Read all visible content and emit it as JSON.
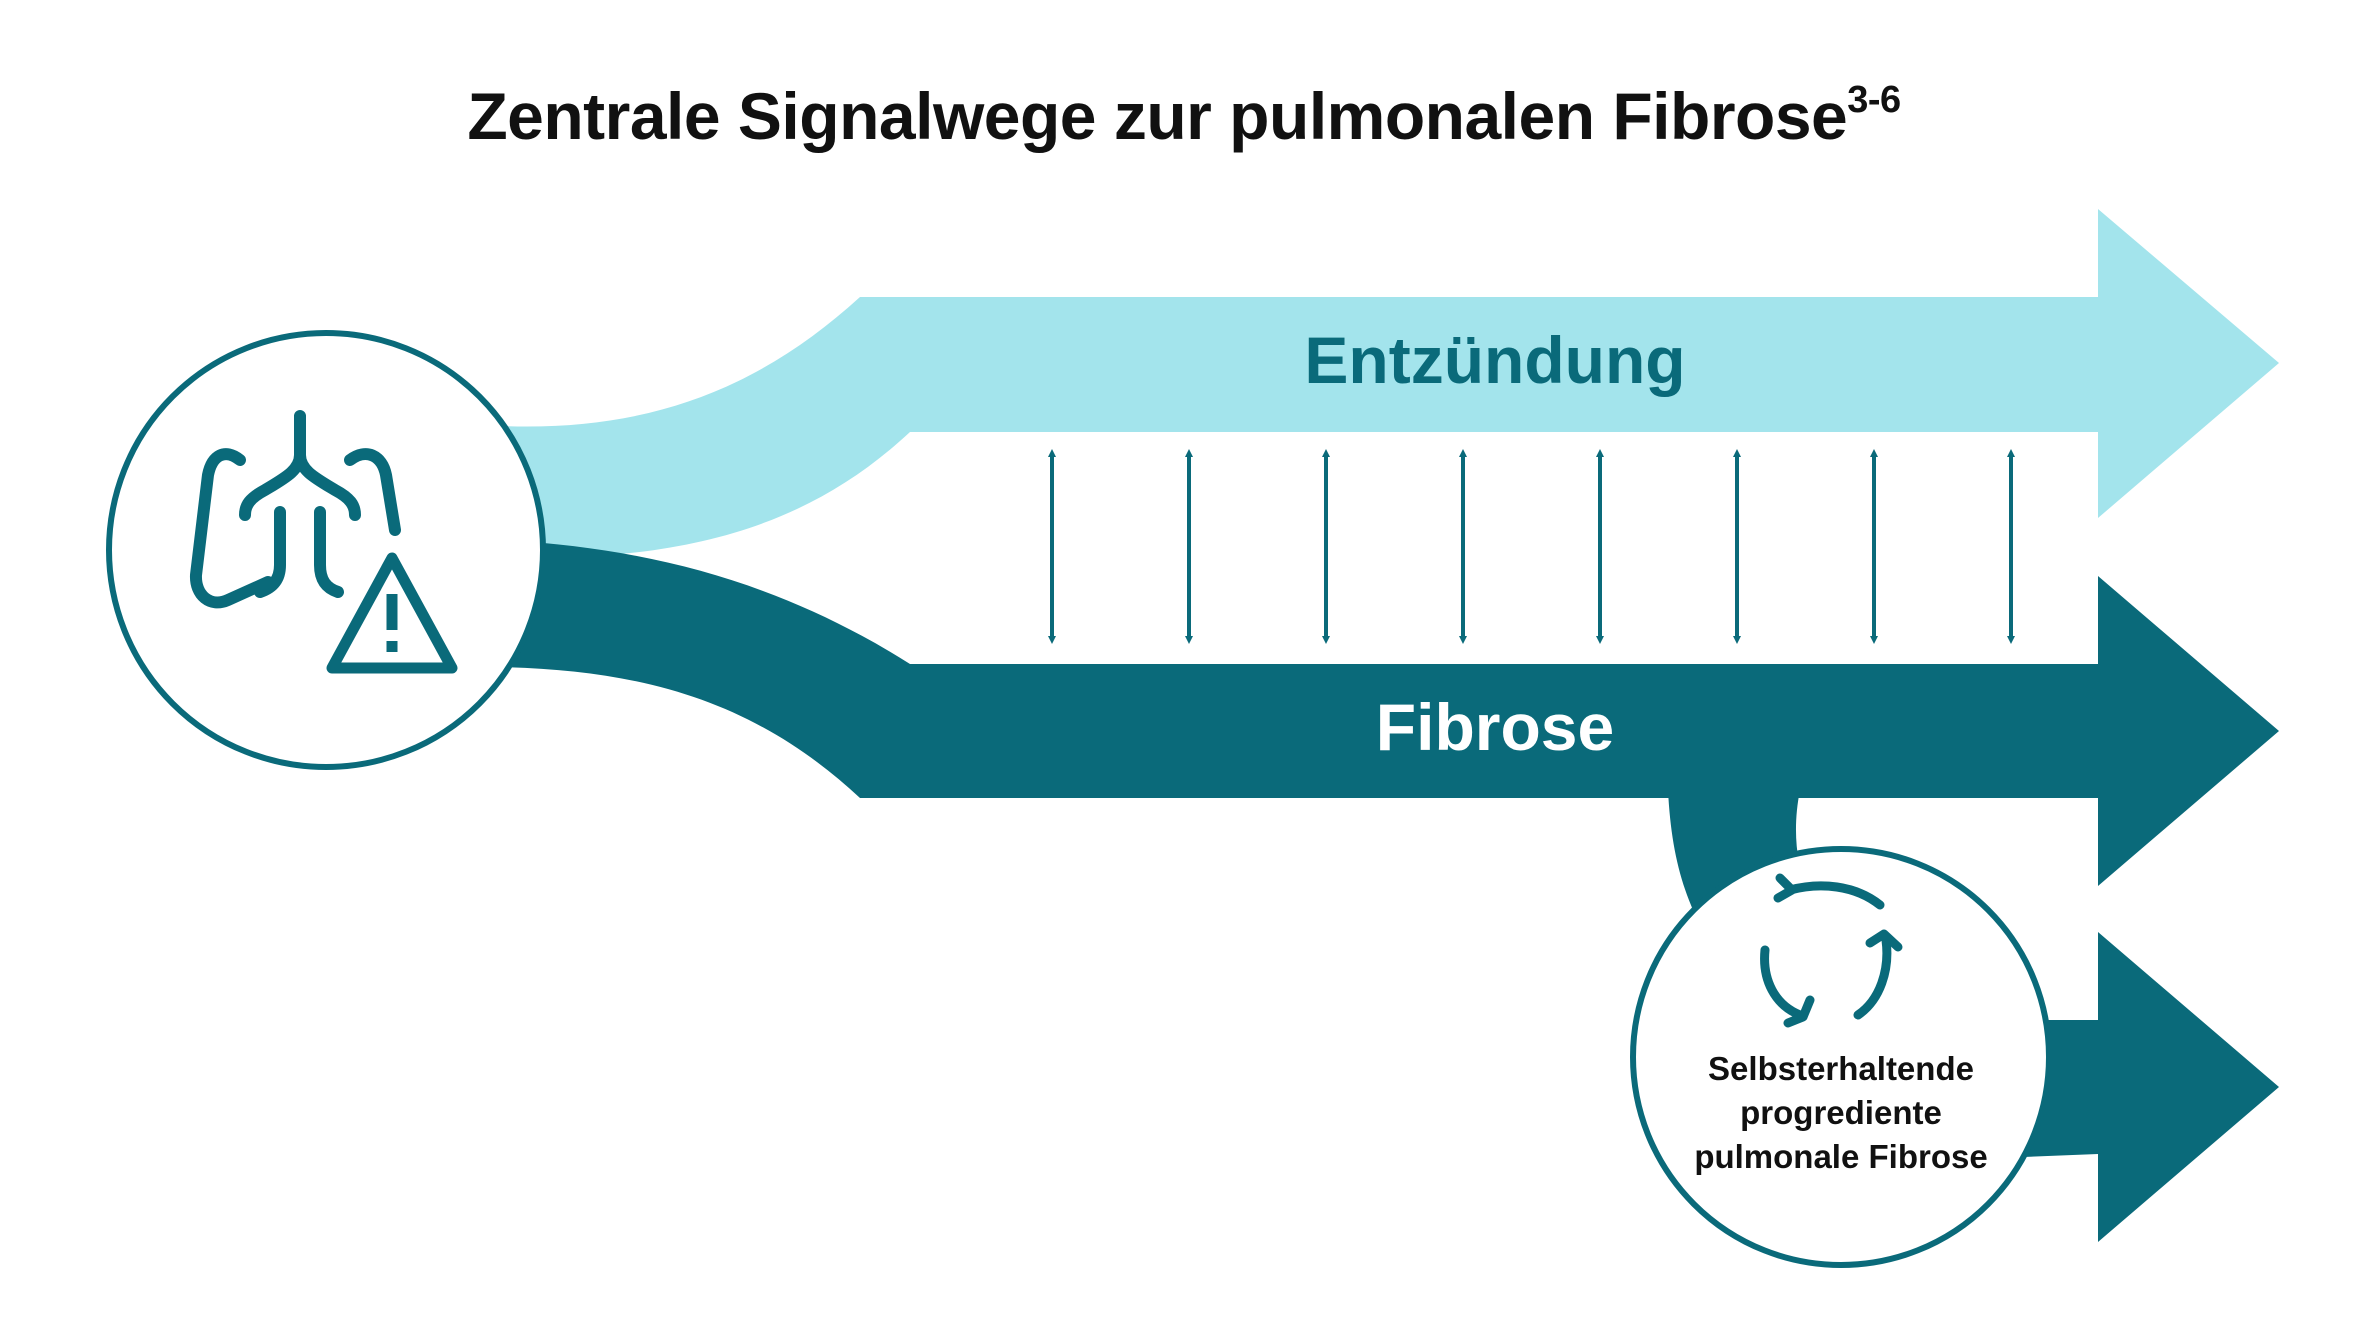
{
  "title": {
    "text": "Zentrale Signalwege zur pulmonalen Fibrose",
    "superscript": "3-6"
  },
  "pathways": {
    "inflammation": {
      "label": "Entzündung"
    },
    "fibrosis": {
      "label": "Fibrose"
    },
    "self_sustaining": {
      "label_lines": [
        "Selbsterhaltende",
        "progrediente",
        "pulmonale Fibrose"
      ]
    }
  },
  "icons": {
    "start": [
      "lungs-icon",
      "warning-triangle-icon"
    ],
    "loop": "cycle-arrows-icon"
  },
  "colors": {
    "inflammation": "#a3e4ec",
    "fibrosis": "#0a6a7a",
    "outline": "#0a6a7a",
    "text_dark": "#111111",
    "text_light": "#ffffff"
  },
  "interaction_arrows_count": 8
}
